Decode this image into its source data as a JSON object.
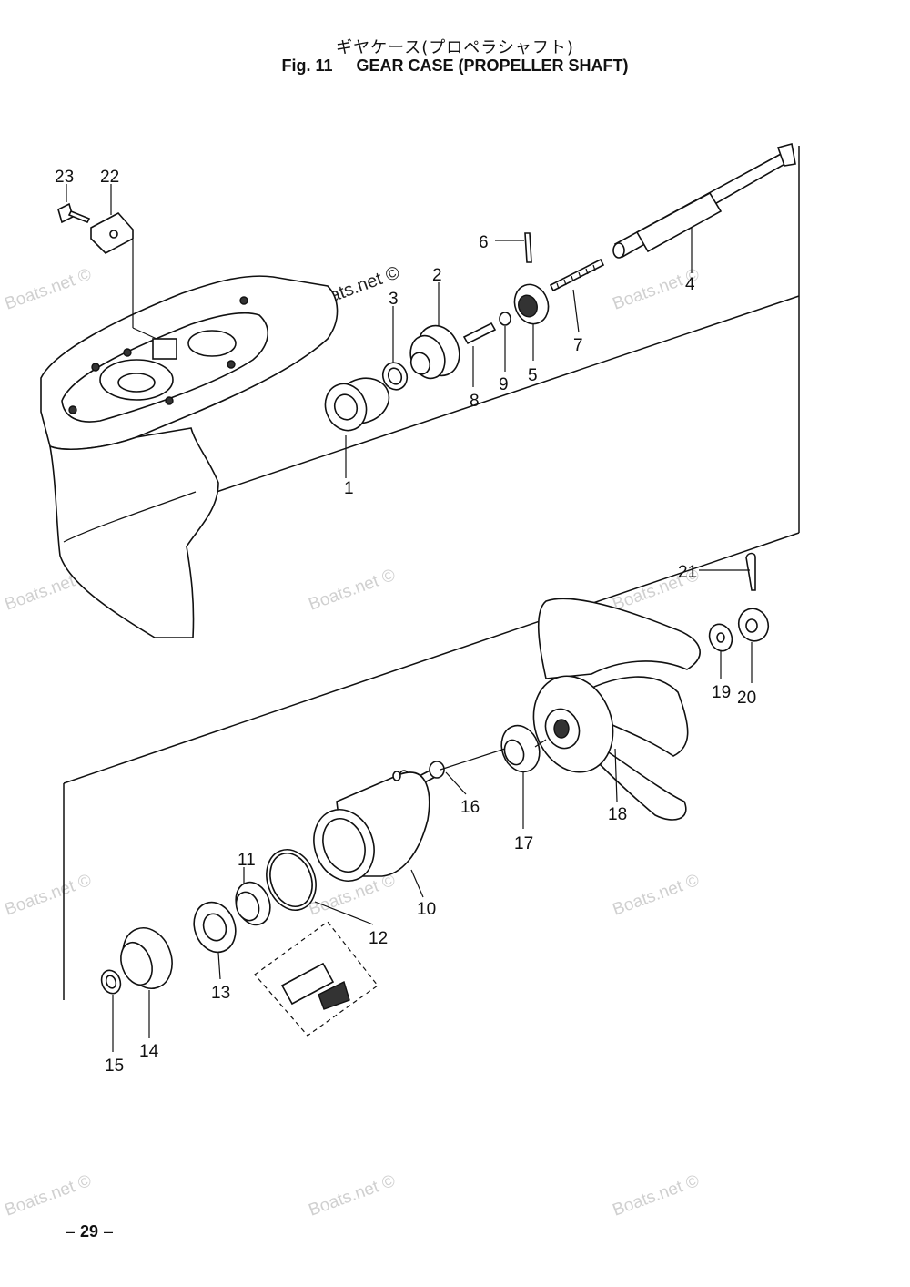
{
  "header": {
    "title_jp": "ギヤケース(プロペラシャフト)",
    "fig_label": "Fig. 11",
    "title_en": "GEAR CASE (PROPELLER SHAFT)"
  },
  "watermark": {
    "text": "Boats.net ©"
  },
  "callouts": [
    "1",
    "2",
    "3",
    "4",
    "5",
    "6",
    "7",
    "8",
    "9",
    "10",
    "11",
    "12",
    "13",
    "14",
    "15",
    "16",
    "17",
    "18",
    "19",
    "20",
    "21",
    "22",
    "23"
  ],
  "footer": {
    "page_number": "29",
    "dash": "–"
  }
}
